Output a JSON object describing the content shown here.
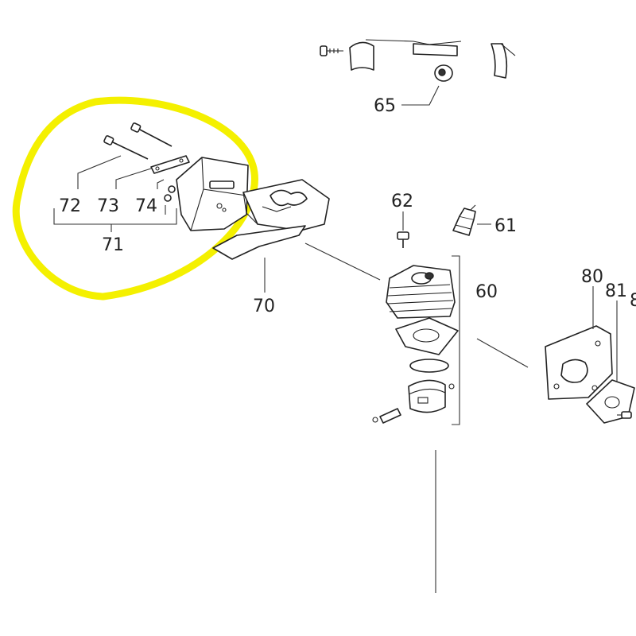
{
  "diagram": {
    "highlight_color": "#f4f000",
    "line_color": "#333333",
    "part_labels": {
      "p60": "60",
      "p61": "61",
      "p62": "62",
      "p65": "65",
      "p70": "70",
      "p71": "71",
      "p72": "72",
      "p73": "73",
      "p74": "74",
      "p80": "80",
      "p81": "81",
      "p82": "8"
    }
  }
}
